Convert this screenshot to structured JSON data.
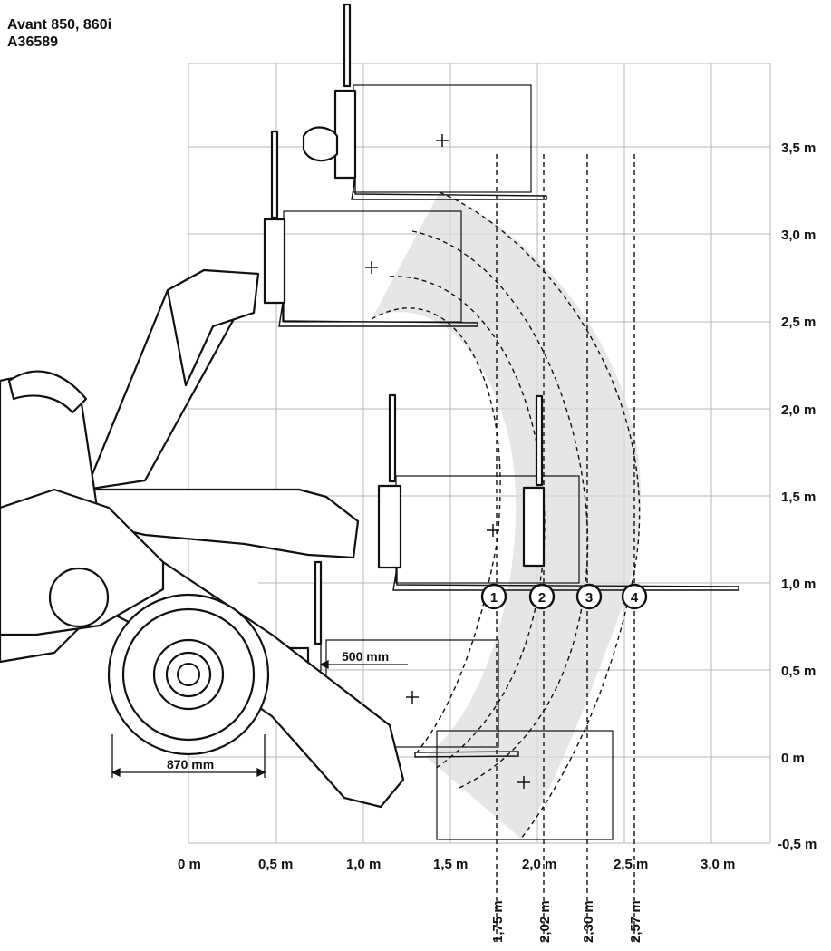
{
  "header": {
    "model": "Avant 850, 860i",
    "code": "A36589"
  },
  "axes": {
    "x_labels": [
      "0 m",
      "0,5 m",
      "1,0 m",
      "1,5 m",
      "2,0 m",
      "2,5 m",
      "3,0 m"
    ],
    "y_labels": [
      "3,5 m",
      "3,0 m",
      "2,5 m",
      "2,0 m",
      "1,5 m",
      "1,0 m",
      "0,5 m",
      "0 m",
      "-0,5 m"
    ]
  },
  "dimensions": {
    "wheel_width": "870 mm",
    "offset": "500 mm"
  },
  "positions": [
    {
      "marker": "1",
      "distance": "1,75 m"
    },
    {
      "marker": "2",
      "distance": "2,02 m"
    },
    {
      "marker": "3",
      "distance": "2,30 m"
    },
    {
      "marker": "4",
      "distance": "2,57 m"
    }
  ]
}
